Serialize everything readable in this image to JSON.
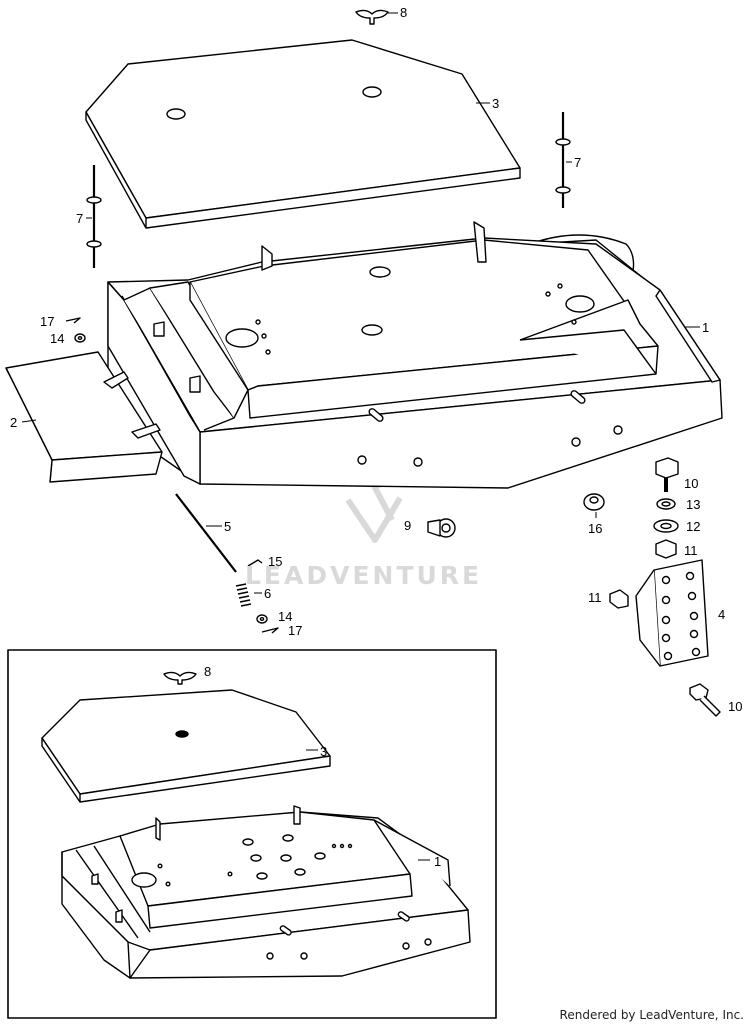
{
  "callouts": {
    "c8_top": "8",
    "c3_top": "3",
    "c7_left": "7",
    "c7_right": "7",
    "c1_top": "1",
    "c17_top": "17",
    "c14_top": "14",
    "c2": "2",
    "c5": "5",
    "c15": "15",
    "c6": "6",
    "c14_bottom": "14",
    "c17_bottom": "17",
    "c9": "9",
    "c16": "16",
    "c10_top": "10",
    "c13": "13",
    "c12": "12",
    "c11_a": "11",
    "c11_b": "11",
    "c4": "4",
    "c10_bottom": "10",
    "c8_inset": "8",
    "c3_inset": "3",
    "c1_inset": "1"
  },
  "watermark": "LEADVENTURE",
  "credit": "Rendered by LeadVenture, Inc.",
  "colors": {
    "line": "#000000",
    "background": "#ffffff",
    "watermark": "#d9d9d9"
  }
}
